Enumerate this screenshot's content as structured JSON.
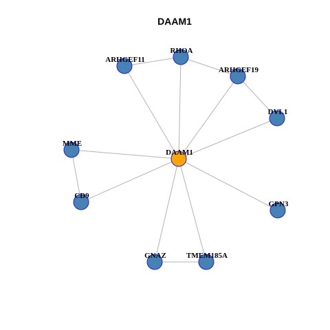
{
  "title": "DAAM1",
  "colors": {
    "center_node": "#FFA500",
    "node": "#4682B4",
    "node_border": "#1a1aff",
    "edge": "#b3b3b3"
  },
  "nodes": [
    {
      "id": "DAAM1",
      "label": "DAAM1",
      "role": "center"
    },
    {
      "id": "RHOA",
      "label": "RHOA",
      "role": "neighbor"
    },
    {
      "id": "ARHGEF11",
      "label": "ARHGEF11",
      "role": "neighbor"
    },
    {
      "id": "ARHGEF19",
      "label": "ARHGEF19",
      "role": "neighbor"
    },
    {
      "id": "DVL1",
      "label": "DVL1",
      "role": "neighbor"
    },
    {
      "id": "MME",
      "label": "MME",
      "role": "neighbor"
    },
    {
      "id": "CD9",
      "label": "CD9",
      "role": "neighbor"
    },
    {
      "id": "GPN3",
      "label": "GPN3",
      "role": "neighbor"
    },
    {
      "id": "GNAZ",
      "label": "GNAZ",
      "role": "neighbor"
    },
    {
      "id": "TMEM185A",
      "label": "TMEM185A",
      "role": "neighbor"
    }
  ],
  "edges": [
    [
      "ARHGEF11",
      "RHOA"
    ],
    [
      "RHOA",
      "ARHGEF19"
    ],
    [
      "ARHGEF19",
      "DVL1"
    ],
    [
      "ARHGEF11",
      "DAAM1"
    ],
    [
      "RHOA",
      "DAAM1"
    ],
    [
      "ARHGEF19",
      "DAAM1"
    ],
    [
      "DVL1",
      "DAAM1"
    ],
    [
      "MME",
      "DAAM1"
    ],
    [
      "MME",
      "CD9"
    ],
    [
      "CD9",
      "DAAM1"
    ],
    [
      "GPN3",
      "DAAM1"
    ],
    [
      "GNAZ",
      "DAAM1"
    ],
    [
      "TMEM185A",
      "DAAM1"
    ],
    [
      "GNAZ",
      "TMEM185A"
    ]
  ]
}
